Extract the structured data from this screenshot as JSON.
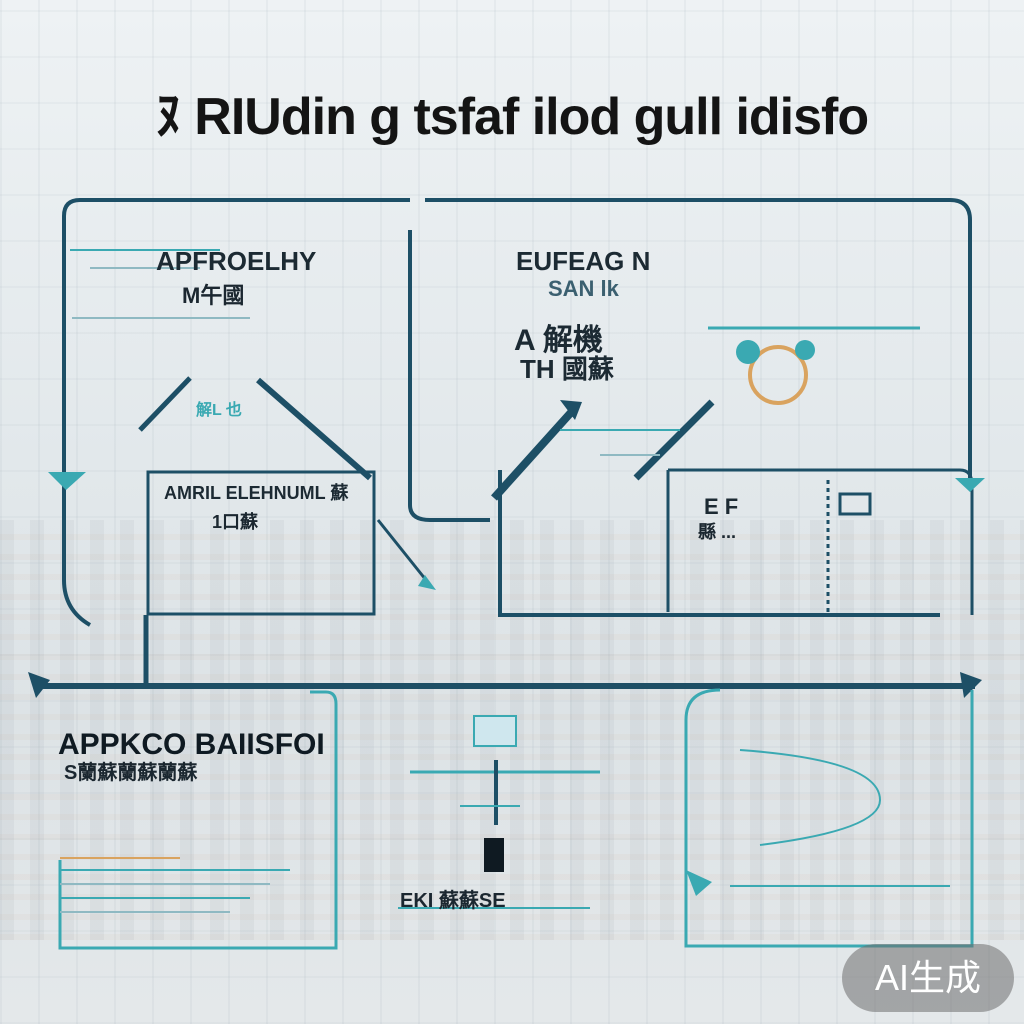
{
  "title": "ﾇ RIUdin g tsfaf ilod gull idisfo",
  "panels": {
    "top_left": {
      "heading": "APFROELHY",
      "sub": "M午國"
    },
    "top_right": {
      "heading": "EUFEAG N",
      "sub": "SAN lk",
      "note1": "A 解機",
      "note2": "TH 國蘇"
    },
    "middle_left": {
      "heading": "AMRIL ELEHNUML 蘇",
      "sub": "1口蘇"
    },
    "middle_right": {
      "heading": "E F",
      "sub": "縣 ..."
    },
    "arrow_note": "解L 也",
    "bottom_left": {
      "heading": "APPKCO BAIISFOI",
      "sub": "S蘭蘇蘭蘇蘭蘇"
    },
    "bottom_center": {
      "sub": "EKI 蘇蘇SE"
    }
  },
  "badge": "AI生成",
  "colors": {
    "line_dark": "#1d4f66",
    "line_teal": "#3aa9b2",
    "accent_orange": "#d9a35f"
  }
}
